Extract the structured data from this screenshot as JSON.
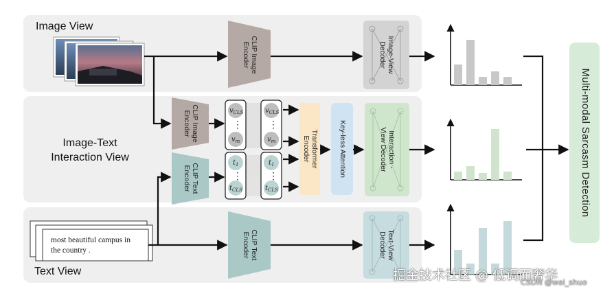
{
  "panels": {
    "image_view": {
      "title": "Image View"
    },
    "interaction_view": {
      "title": "Image-Text\nInteraction View"
    },
    "text_view": {
      "title": "Text View"
    }
  },
  "boxes": {
    "clip_image_encoder_top": "CLIP Image\nEncoder",
    "image_view_decoder": "Image-View\nDecoder",
    "clip_image_encoder_mid": "CLIP Image\nEncoder",
    "clip_text_encoder_mid": "CLIP Text\nEncoder",
    "transformer_encoder": "Transformer\nEncoder",
    "keyless_attention": "Key-less Attention",
    "interaction_view_decoder": "Interaction -\nView Decoder",
    "clip_text_encoder_bottom": "CLIP Text\nEncoder",
    "text_view_decoder": "Text-View\nDecoder",
    "detection": "Multi-modal Sarcasm Detection"
  },
  "tokens": {
    "v_cls": "v",
    "v_cls_sub": "CLS",
    "v_m": "v",
    "v_m_sub": "m",
    "t_1": "t",
    "t_1_sub": "1",
    "t_cls": "t",
    "t_cls_sub": "CLS",
    "ellipsis": "⋮"
  },
  "input_text": "most beautiful campus in\nthe country .",
  "watermark": {
    "main": "掘金技术社区 @ 低调而奢华",
    "small": "CSDN @wei_shuo"
  },
  "colors": {
    "panel_bg": "#efefef",
    "image_encoder": "#b5a9a5",
    "text_encoder": "#a9c8c6",
    "transformer": "#fbe6c6",
    "keyless": "#cfe3f3",
    "decoder_gray": "#d3d3d3",
    "decoder_green": "#cfe6cd",
    "decoder_teal": "#c7dcdf",
    "detection_box": "#d6ebd8"
  }
}
